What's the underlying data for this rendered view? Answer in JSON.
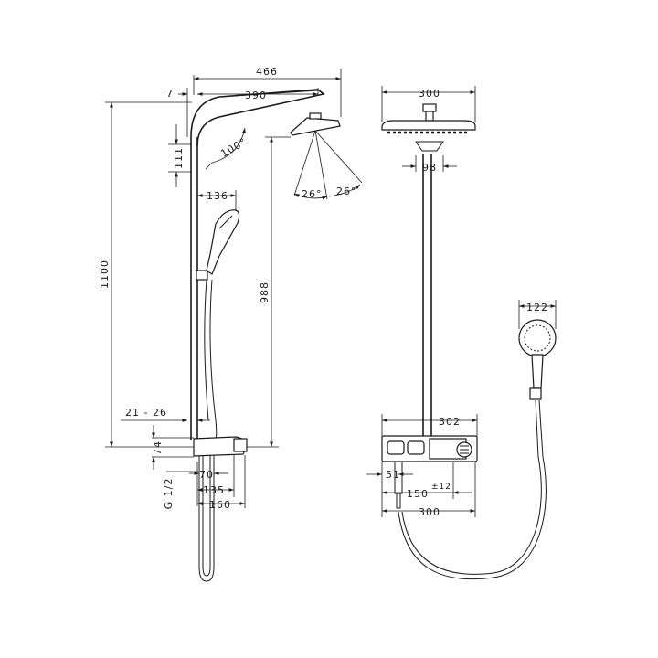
{
  "labels": {
    "d466": "466",
    "d7": "7",
    "d390": "390",
    "d100deg": "100°",
    "d111": "111",
    "d136": "136",
    "d26a": "26°",
    "d26b": "26°",
    "d1100": "1100",
    "d988": "988",
    "d21_26": "21 - 26",
    "d74": "74",
    "dG12": "G 1/2",
    "d70": "70",
    "d135": "135",
    "d160": "160",
    "d300top": "300",
    "d98": "98",
    "d122": "122",
    "d302": "302",
    "d51": "51",
    "d150": "150",
    "d12": "±12",
    "d300bot": "300"
  }
}
